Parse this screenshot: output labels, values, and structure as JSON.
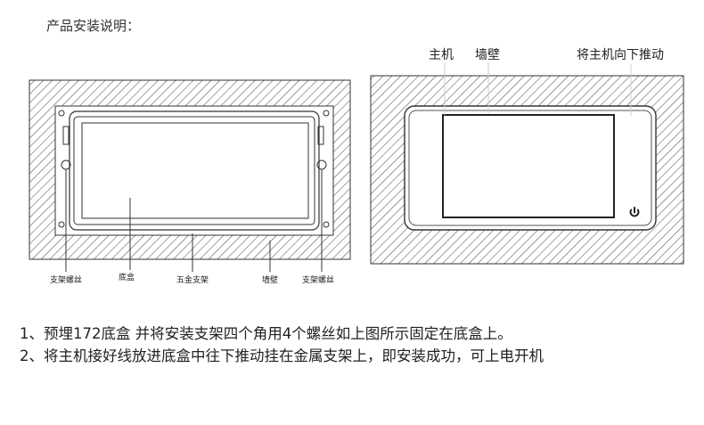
{
  "title": "产品安装说明：",
  "left_diagram": {
    "labels": {
      "bracket_screw_left": "支架螺丝",
      "bottom_box": "底盒",
      "hardware_bracket": "五金支架",
      "wall": "墙壁",
      "bracket_screw_right": "支架螺丝"
    }
  },
  "right_diagram": {
    "labels": {
      "host": "主机",
      "wall": "墙壁",
      "push_down": "将主机向下推动"
    },
    "power_icon": "power-icon"
  },
  "instructions": [
    "1、预埋172底盒 并将安装支架四个角用4个螺丝如上图所示固定在底盒上。",
    "2、将主机接好线放进底盒中往下推动挂在金属支架上，即安装成功，可上电开机"
  ]
}
